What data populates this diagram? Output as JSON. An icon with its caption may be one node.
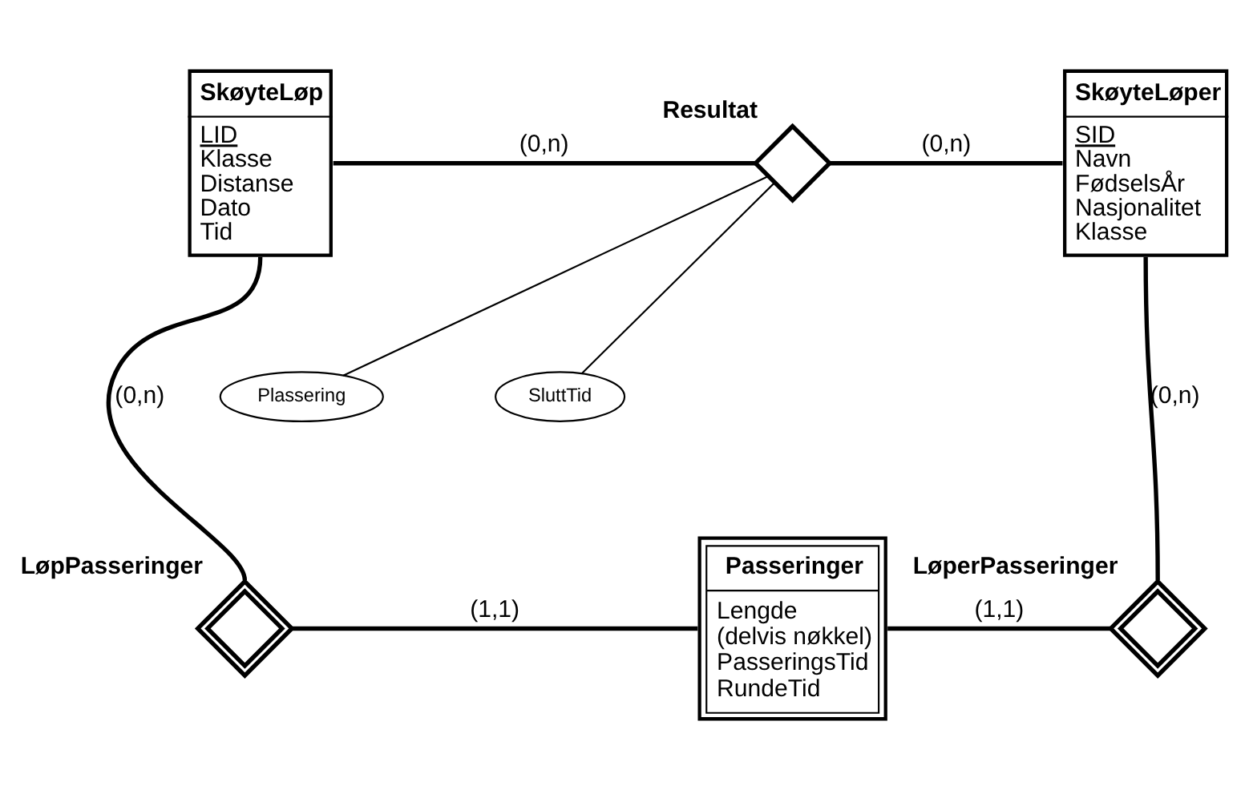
{
  "diagram": {
    "nodes": [
      {
        "text": [
          "SkøyteLøp",
          "LID",
          "Klasse",
          "Distanse",
          "Dato",
          "Tid"
        ]
      },
      {
        "text": [
          "Resultat"
        ]
      },
      {
        "text": [
          "SkøyteLøper",
          "SID",
          "Navn",
          "FødselsÅr",
          "Nasjonalitet",
          "Klasse"
        ]
      },
      {
        "text": [
          "Plassering"
        ]
      },
      {
        "text": [
          "SluttTid"
        ]
      },
      {
        "text": [
          "LøpPasseringer"
        ]
      },
      {
        "text": [
          "Passeringer",
          "Lengde",
          "(delvis nøkkel)",
          "PasseringsTid",
          "RundeTid"
        ]
      },
      {
        "text": [
          "LøperPasseringer"
        ]
      }
    ],
    "edges": [
      {
        "from": 0,
        "to": 1,
        "arrow": "none",
        "label": "(0,n)"
      },
      {
        "from": 1,
        "to": 2,
        "arrow": "none",
        "label": "(0,n)"
      },
      {
        "from": 1,
        "to": 3,
        "arrow": "none"
      },
      {
        "from": 1,
        "to": 4,
        "arrow": "none"
      },
      {
        "from": 0,
        "to": 5,
        "arrow": "none",
        "label": "(0,n)"
      },
      {
        "from": 5,
        "to": 6,
        "arrow": "none",
        "label": "(1,1)"
      },
      {
        "from": 6,
        "to": 7,
        "arrow": "none",
        "label": "(1,1)"
      },
      {
        "from": 2,
        "to": 7,
        "arrow": "none",
        "label": "(0,n)"
      }
    ]
  }
}
